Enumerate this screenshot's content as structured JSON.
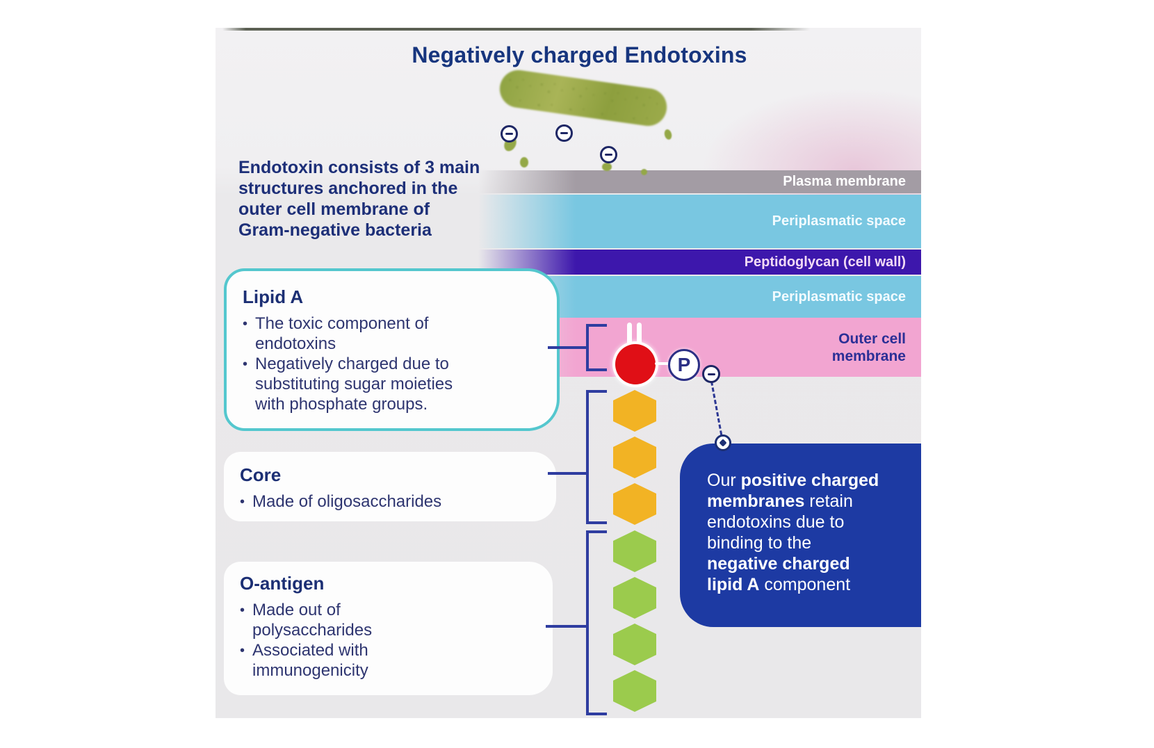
{
  "title": "Negatively charged Endotoxins",
  "intro": {
    "lines": [
      "Endotoxin consists of 3 main",
      "structures anchored in the",
      "outer cell membrane of",
      "Gram-negative bacteria"
    ]
  },
  "membrane": {
    "plasma": "Plasma membrane",
    "periplasmatic_1": "Periplasmatic space",
    "peptidoglycan": "Peptidoglycan (cell wall)",
    "periplasmatic_2": "Periplasmatic space",
    "outer_lines": [
      "Outer cell",
      "membrane"
    ]
  },
  "boxes": {
    "lipid_a": {
      "title": "Lipid A",
      "bullets": [
        "The toxic component of endotoxins",
        "Negatively charged due to substituting sugar moieties with phosphate groups."
      ]
    },
    "core": {
      "title": "Core",
      "bullets": [
        "Made of oligosaccharides"
      ]
    },
    "o_antigen": {
      "title": "O-antigen",
      "bullets": [
        "Made out of polysaccharides",
        "Associated with immunogenicity"
      ]
    }
  },
  "callout": {
    "lines": [
      [
        {
          "t": "Our ",
          "b": 0
        },
        {
          "t": "positive charged",
          "b": 1
        }
      ],
      [
        {
          "t": "membranes",
          "b": 1
        },
        {
          "t": " retain",
          "b": 0
        }
      ],
      [
        {
          "t": "endotoxins due to",
          "b": 0
        }
      ],
      [
        {
          "t": "binding to the",
          "b": 0
        }
      ],
      [
        {
          "t": "negative charged",
          "b": 1
        }
      ],
      [
        {
          "t": "lipid A",
          "b": 1
        },
        {
          "t": " component",
          "b": 0
        }
      ]
    ]
  },
  "symbols": {
    "phosphate": "P"
  },
  "diagram": {
    "lipid_a_units": 1,
    "core_units": 3,
    "o_antigen_units": 4,
    "bacteria_negative_charges": 3
  },
  "colors": {
    "title_navy": "#17357e",
    "body_navy": "#2e3570",
    "plasma_membrane_band": "#a39ca4",
    "periplasmatic_band": "#79c7e1",
    "peptidoglycan_band": "#3d17ac",
    "outer_membrane_band": "#f2a5d1",
    "lipid_box_border_teal": "#54c7ce",
    "lipid_a_red": "#e00f16",
    "core_orange": "#f2b324",
    "o_antigen_green": "#9bcb4d",
    "bracket_navy": "#2f3da0",
    "callout_blue": "#1d3aa3",
    "bacteria_green": "#96a847"
  }
}
